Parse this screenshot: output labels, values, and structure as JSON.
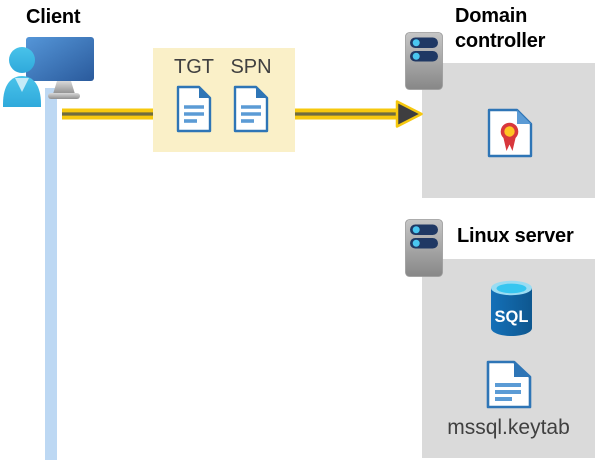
{
  "client": {
    "label": "Client"
  },
  "ticket_box": {
    "tgt_label": "TGT",
    "spn_label": "SPN"
  },
  "domain_controller": {
    "label": "Domain controller"
  },
  "linux_server": {
    "label": "Linux server",
    "sql_icon_label": "SQL",
    "keytab_label": "mssql.keytab"
  },
  "colors": {
    "arrow_yellow": "#F6C80E",
    "arrow_core_stripe": "#6F6C3E",
    "arrowhead_fill": "#3E3E40",
    "ticket_box_bg": "#FAF0C8",
    "server_box_bg": "#DADADA",
    "client_line_blue": "#BDD8F3",
    "doc_border_blue": "#2E75B6",
    "doc_line_blue": "#5B9BD5",
    "monitor_blue": "#3E7BBF",
    "person_cyan": "#3CB9E4",
    "server_bar_navy": "#1F3864",
    "server_dot_cyan": "#4AC6F0",
    "sql_body_blue": "#1263A6",
    "sql_top_cyan": "#37C6F0",
    "cert_seal_yellow": "#FFC423",
    "cert_seal_red": "#D8373C",
    "title_text": "#000000",
    "caption_text": "#404040"
  }
}
